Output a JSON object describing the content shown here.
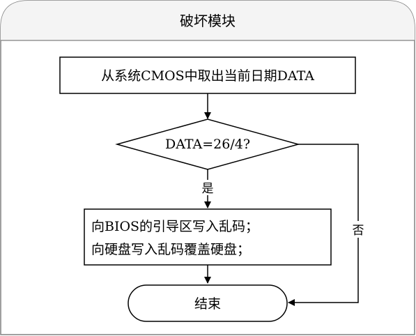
{
  "module": {
    "title": "破坏模块"
  },
  "nodes": {
    "get_date": "从系统CMOS中取出当前日期DATA",
    "condition": "DATA=26/4?",
    "action_line1": "向BIOS的引导区写入乱码；",
    "action_line2": "向硬盘写入乱码覆盖硬盘；",
    "end": "结束"
  },
  "edges": {
    "yes_label": "是",
    "no_label": "否"
  }
}
